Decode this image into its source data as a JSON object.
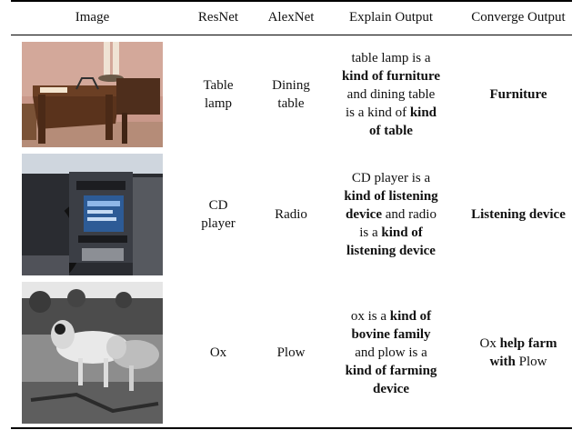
{
  "table": {
    "headers": [
      "Image",
      "ResNet",
      "AlexNet",
      "Explain Output",
      "Converge Output"
    ],
    "rows": [
      {
        "image_label": "table lamp on wooden desk",
        "resnet": [
          "Table",
          "lamp"
        ],
        "alexnet": [
          "Dining",
          "table"
        ],
        "explain": [
          [
            {
              "t": "table lamp is a",
              "b": false
            }
          ],
          [
            {
              "t": "kind of furniture",
              "b": true
            }
          ],
          [
            {
              "t": "and dining table",
              "b": false
            }
          ],
          [
            {
              "t": "is a kind of ",
              "b": false
            },
            {
              "t": "kind",
              "b": true
            }
          ],
          [
            {
              "t": "of table",
              "b": true
            }
          ]
        ],
        "converge": [
          [
            {
              "t": "Furniture",
              "b": true
            }
          ]
        ]
      },
      {
        "image_label": "car dashboard with CD player",
        "resnet": [
          "CD",
          "player"
        ],
        "alexnet": [
          "Radio"
        ],
        "explain": [
          [
            {
              "t": "CD player is a",
              "b": false
            }
          ],
          [
            {
              "t": "kind of listening",
              "b": true
            }
          ],
          [
            {
              "t": "device",
              "b": true
            },
            {
              "t": " and radio",
              "b": false
            }
          ],
          [
            {
              "t": "is a ",
              "b": false
            },
            {
              "t": "kind of",
              "b": true
            }
          ],
          [
            {
              "t": "listening device",
              "b": true
            }
          ]
        ],
        "converge": [
          [
            {
              "t": "Listening device",
              "b": true
            }
          ]
        ]
      },
      {
        "image_label": "oxen in a field, black and white",
        "resnet": [
          "Ox"
        ],
        "alexnet": [
          "Plow"
        ],
        "explain": [
          [
            {
              "t": "ox is a ",
              "b": false
            },
            {
              "t": "kind of",
              "b": true
            }
          ],
          [
            {
              "t": "bovine family",
              "b": true
            }
          ],
          [
            {
              "t": "and plow is a",
              "b": false
            }
          ],
          [
            {
              "t": "kind of farming",
              "b": true
            }
          ],
          [
            {
              "t": "device",
              "b": true
            }
          ]
        ],
        "converge": [
          [
            {
              "t": "Ox ",
              "b": false
            },
            {
              "t": "help farm",
              "b": true
            }
          ],
          [
            {
              "t": "with",
              "b": true
            },
            {
              "t": " Plow",
              "b": false
            }
          ]
        ]
      }
    ]
  }
}
